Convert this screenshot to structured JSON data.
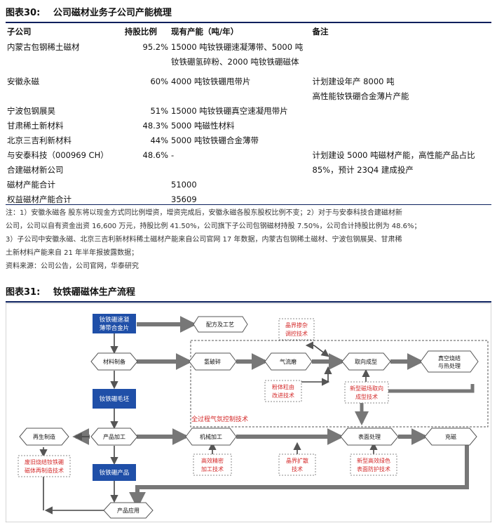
{
  "table_fig": {
    "num": "图表30:",
    "title": "公司磁材业务子公司产能梳理",
    "headers": [
      "子公司",
      "持股比例",
      "现有产能（吨/年）",
      "备注"
    ],
    "rows": [
      {
        "name": "内蒙古包钢稀土磁材",
        "ratio": "95.2%",
        "cap1": "15000 吨钕铁硼速凝薄带、5000 吨",
        "cap2": "钕铁硼氢碎粉、2000 吨钕铁硼磁体",
        "note1": "",
        "note2": ""
      },
      {
        "name": "安徽永磁",
        "ratio": "60%",
        "cap1": "4000 吨钕铁硼甩带片",
        "note1": "计划建设年产 8000 吨",
        "note2": "高性能钕铁硼合金薄片产能"
      },
      {
        "name": "宁波包钢展昊",
        "ratio": "51%",
        "cap1": "15000 吨钕铁硼真空速凝甩带片",
        "note1": ""
      },
      {
        "name": "甘肃稀土新材料",
        "ratio": "48.3%",
        "cap1": "5000 吨磁性材料",
        "note1": ""
      },
      {
        "name": "北京三吉利新材料",
        "ratio": "44%",
        "cap1": "5000 吨钕铁硼合金薄带",
        "note1": ""
      },
      {
        "name": "与安泰科技（000969 CH）",
        "name2": "合建磁材新公司",
        "ratio": "48.6%",
        "cap1": "-",
        "note1": "计划建设 5000 吨磁材产能，高性能产品占比",
        "note2": "85%，预计 23Q4 建成投产"
      },
      {
        "name": "磁材产能合计",
        "ratio": "",
        "cap1": "51000",
        "note1": ""
      },
      {
        "name": "权益磁材产能合计",
        "ratio": "",
        "cap1": "35609",
        "note1": ""
      }
    ],
    "notes": [
      "注：1）安徽永磁各 股东将以现金方式同比例增资，增资完成后，安徽永磁各股东股权比例不变；2）对于与安泰科技合建磁材新",
      "公司，公司以自有资金出资 16,600 万元，持股比例 41.50%，公司旗下子公司包钢磁材持股 7.50%，公司合计持股比例为 48.6%；",
      "3）子公司中安徽永磁、北京三吉利新材料稀土磁材产能来自公司官网 17 年数据，内蒙古包钢稀土磁材、宁波包钢展昊、甘肃稀",
      "土新材料产能来自 21 年半年报披露数据；",
      "资料来源：公司公告，公司官网，华泰研究"
    ]
  },
  "flow_fig": {
    "num": "图表31:",
    "title": "钕铁硼磁体生产流程",
    "colors": {
      "navy": "#0a1f5c",
      "blue_box": "#1f4fa8",
      "red": "#d42a2a",
      "gray_arrow": "#777777"
    },
    "nodes": {
      "alloy1": "钕铁硼速凝",
      "alloy2": "薄带合金片",
      "formula": "配方及工艺",
      "prep": "材料制备",
      "crush": "氢破碎",
      "mill": "气流磨",
      "press": "取向成型",
      "sinter1": "真空烧结",
      "sinter2": "与热处理",
      "blank": "钕铁硼毛坯",
      "process": "产品加工",
      "machine": "机械加工",
      "surface": "表面处理",
      "magnet": "充磁",
      "recycle": "再生制造",
      "product": "钕铁硼产品",
      "app": "产品应用",
      "control": "全过程气氛控制技术"
    },
    "tech": {
      "grain1": "晶界掺杂",
      "grain2": "调控技术",
      "powder1": "粉体粒由",
      "powder2": "改进技术",
      "orient1": "新型磁场取向",
      "orient2": "成型技术",
      "precise1": "高效精密",
      "precise2": "加工技术",
      "diffuse1": "晶界扩散",
      "diffuse2": "技术",
      "green1": "新型高效绿色",
      "green2": "表面防护技术",
      "waste1": "废旧烧结钕铁硼",
      "waste2": "磁体再制造技术"
    }
  }
}
